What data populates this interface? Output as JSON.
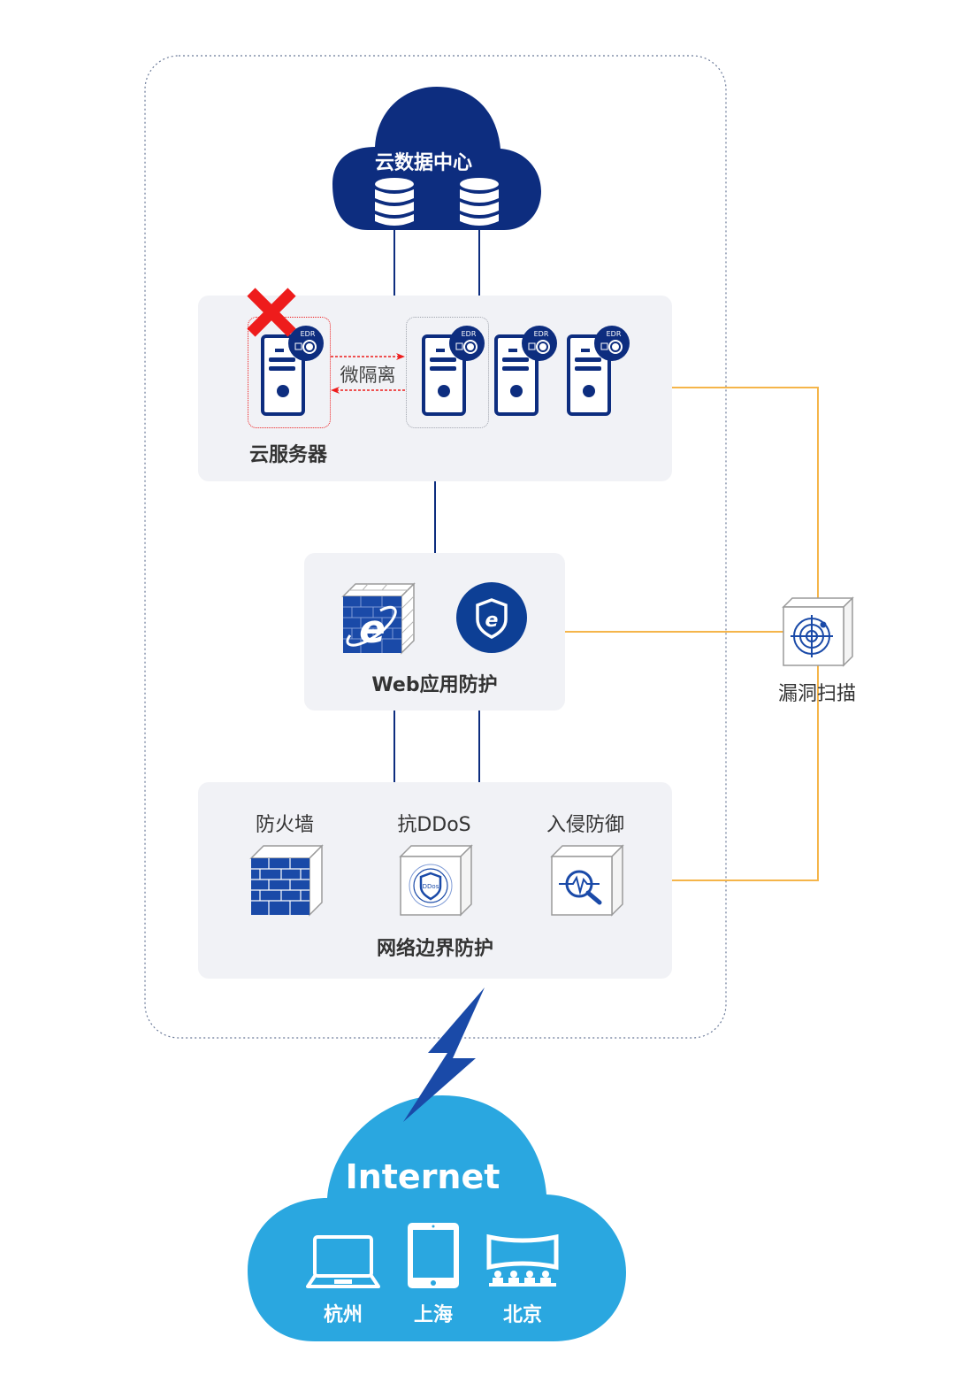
{
  "diagram": {
    "cloud_datacenter": {
      "title": "云数据中心",
      "icon": "database-icon",
      "database_count": 2
    },
    "cloud_servers": {
      "title": "云服务器",
      "isolation_label": "微隔离",
      "servers": [
        {
          "badge": "EDR",
          "status": "compromised"
        },
        {
          "badge": "EDR",
          "status": "normal"
        },
        {
          "badge": "EDR",
          "status": "normal"
        },
        {
          "badge": "EDR",
          "status": "normal"
        }
      ]
    },
    "web_protection": {
      "title": "Web应用防护",
      "icons": [
        "web-firewall-icon",
        "web-shield-icon"
      ]
    },
    "vulnerability_scan": {
      "title": "漏洞扫描",
      "icon": "radar-scan-icon"
    },
    "network_boundary": {
      "title": "网络边界防护",
      "items": [
        {
          "label": "防火墙",
          "icon": "firewall-icon"
        },
        {
          "label": "抗DDoS",
          "icon": "anti-ddos-icon",
          "icon_text": "DDos"
        },
        {
          "label": "入侵防御",
          "icon": "intrusion-prevention-icon"
        }
      ]
    },
    "internet": {
      "title": "Internet",
      "locations": [
        {
          "label": "杭州",
          "icon": "laptop-icon"
        },
        {
          "label": "上海",
          "icon": "tablet-icon"
        },
        {
          "label": "北京",
          "icon": "conference-screen-icon"
        }
      ]
    },
    "colors": {
      "navy": "#0d2d7f",
      "internet_blue": "#2aa7e0",
      "connector_orange": "#f5b54a",
      "alert_red": "#ee1c1c",
      "panel_bg": "#f1f2f6"
    }
  }
}
